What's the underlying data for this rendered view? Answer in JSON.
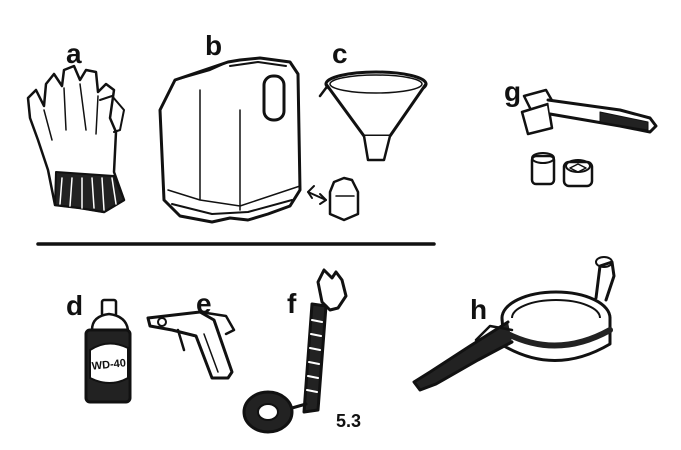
{
  "labels": {
    "a": "a",
    "b": "b",
    "c": "c",
    "d": "d",
    "e": "e",
    "f": "f",
    "g": "g",
    "h": "h"
  },
  "figure_number": "5.3",
  "can_text": "WD-40",
  "items": [
    {
      "label": "a",
      "icon": "work-gloves-icon"
    },
    {
      "label": "b",
      "icon": "plastic-jug-icon"
    },
    {
      "label": "c",
      "icon": "funnel-icon"
    },
    {
      "label": "d",
      "icon": "spray-can-icon"
    },
    {
      "label": "e",
      "icon": "air-blow-gun-icon"
    },
    {
      "label": "f",
      "icon": "adjustable-wrench-icon"
    },
    {
      "label": "g",
      "icon": "ratchet-and-sockets-icon"
    },
    {
      "label": "h",
      "icon": "oil-filter-wrench-icon"
    }
  ]
}
